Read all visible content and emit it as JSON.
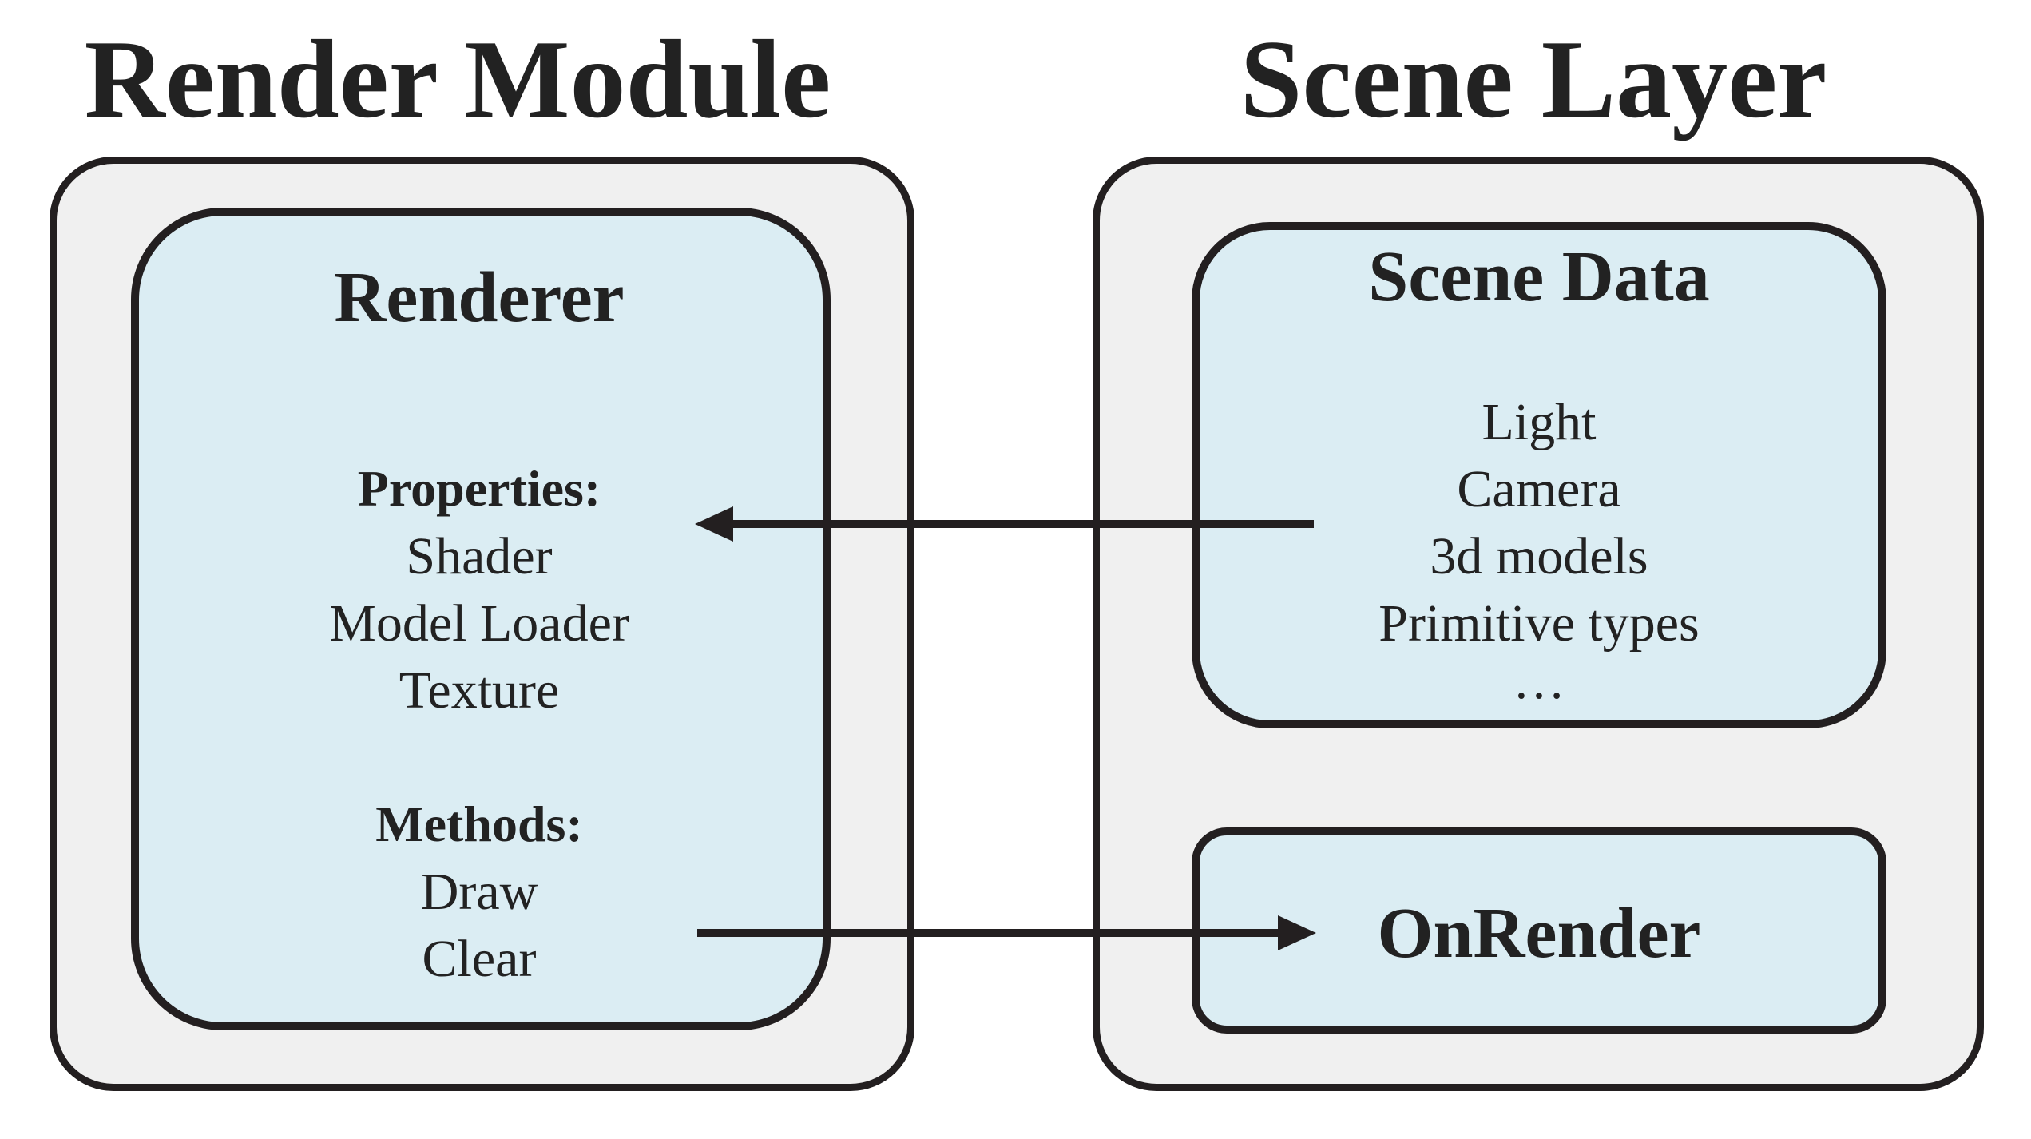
{
  "render_module": {
    "title": "Render Module",
    "renderer": {
      "heading": "Renderer",
      "properties_label": "Properties:",
      "properties": [
        "Shader",
        "Model Loader",
        "Texture"
      ],
      "methods_label": "Methods:",
      "methods": [
        "Draw",
        "Clear"
      ]
    }
  },
  "scene_layer": {
    "title": "Scene Layer",
    "scene_data": {
      "heading": "Scene Data",
      "items": [
        "Light",
        "Camera",
        "3d models",
        "Primitive types",
        "…"
      ]
    },
    "onrender": {
      "heading": "OnRender"
    }
  },
  "colors": {
    "outer_fill": "#f0f0f0",
    "inner_fill": "#dbedf3",
    "stroke": "#231f20"
  }
}
